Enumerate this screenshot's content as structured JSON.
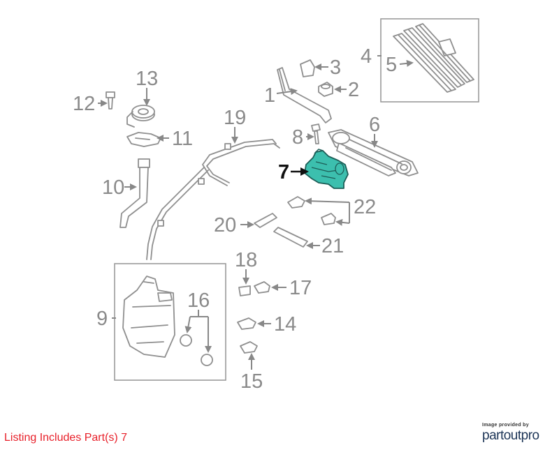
{
  "diagram": {
    "callouts": [
      "1",
      "2",
      "3",
      "4",
      "5",
      "6",
      "7",
      "8",
      "9",
      "10",
      "11",
      "12",
      "13",
      "14",
      "15",
      "16",
      "17",
      "18",
      "19",
      "20",
      "21",
      "22"
    ],
    "highlighted_part": "7",
    "highlight_color": "#3cbfae"
  },
  "footer": {
    "listing_note": "Listing Includes Part(s) 7",
    "credit_small": "Image provided by",
    "credit_brand": "partoutpro"
  }
}
